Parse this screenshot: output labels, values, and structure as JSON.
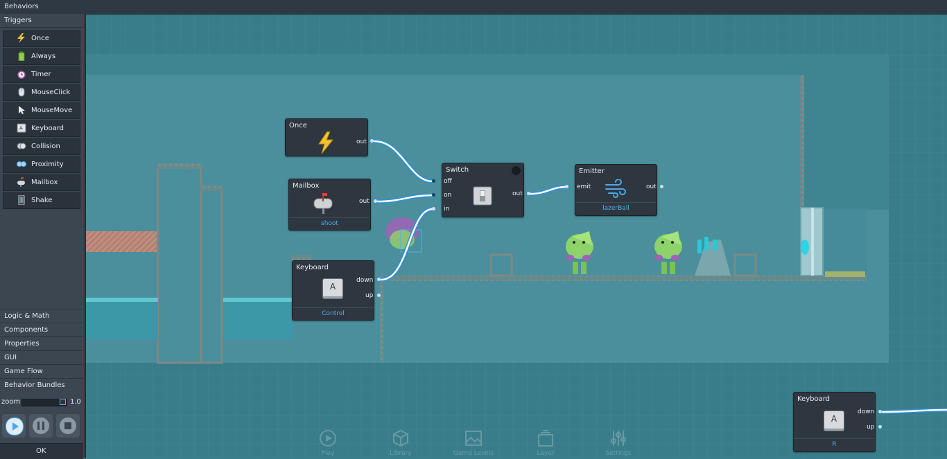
{
  "topbar": {
    "title": "Behaviors"
  },
  "sidebar": {
    "triggers_header": "Triggers",
    "triggers": [
      {
        "label": "Once",
        "icon": "lightning-icon"
      },
      {
        "label": "Always",
        "icon": "battery-icon"
      },
      {
        "label": "Timer",
        "icon": "alarm-clock-icon"
      },
      {
        "label": "MouseClick",
        "icon": "mouse-icon"
      },
      {
        "label": "MouseMove",
        "icon": "cursor-icon"
      },
      {
        "label": "Keyboard",
        "icon": "key-icon"
      },
      {
        "label": "Collision",
        "icon": "collision-icon"
      },
      {
        "label": "Proximity",
        "icon": "proximity-icon"
      },
      {
        "label": "Mailbox",
        "icon": "mailbox-icon"
      },
      {
        "label": "Shake",
        "icon": "phone-icon"
      }
    ],
    "categories": [
      "Logic & Math",
      "Components",
      "Properties",
      "GUI",
      "Game Flow",
      "Behavior Bundles"
    ],
    "zoom_label": "zoom",
    "zoom_value": "1.0",
    "ok_label": "OK"
  },
  "nodes": {
    "once": {
      "title": "Once",
      "out": "out"
    },
    "mailbox": {
      "title": "Mailbox",
      "out": "out",
      "sub": "shoot"
    },
    "keyboard1": {
      "title": "Keyboard",
      "key": "A",
      "down": "down",
      "up": "up",
      "sub": "Control"
    },
    "switch": {
      "title": "Switch",
      "off": "off",
      "on": "on",
      "in": "in",
      "out": "out"
    },
    "emitter": {
      "title": "Emitter",
      "emit": "emit",
      "out": "out",
      "sub": "lazerBall"
    },
    "keyboard2": {
      "title": "Keyboard",
      "key": "A",
      "down": "down",
      "up": "up",
      "sub": "R"
    }
  },
  "bottom_toolbar": [
    "Play",
    "Library",
    "Game Levels",
    "Layer",
    "Settings"
  ],
  "colors": {
    "wire": "#ffffff",
    "wire_glow": "#2e8fd8",
    "accent": "#4fb0ee",
    "canvas": "#3a7d8a"
  }
}
